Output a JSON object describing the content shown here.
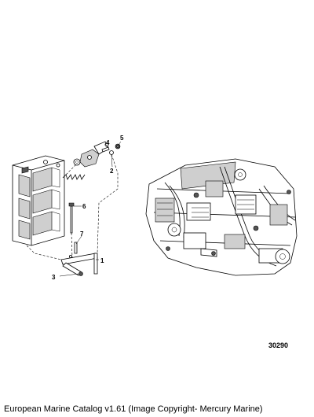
{
  "callouts": [
    "1",
    "2",
    "3",
    "4",
    "5",
    "6",
    "7"
  ],
  "figure_number": "30290",
  "caption": "European Marine Catalog v1.61 (Image Copyright- Mercury Marine)"
}
